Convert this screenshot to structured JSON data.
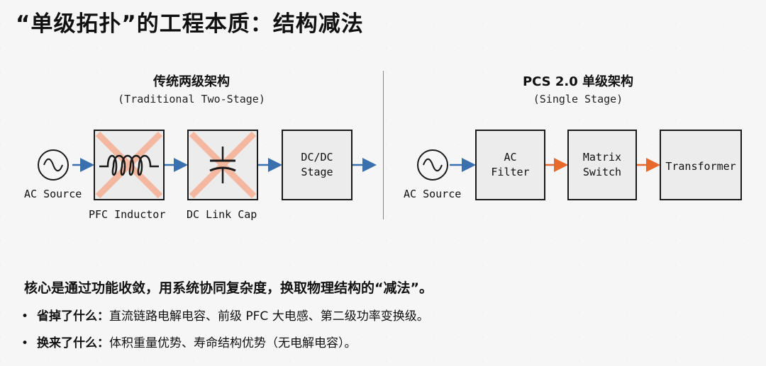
{
  "title": "“单级拓扑”的工程本质：结构减法",
  "left": {
    "heading": "传统两级架构",
    "subheading": "(Traditional Two-Stage)",
    "ac_label": "AC Source",
    "pfc_label": "PFC Inductor",
    "dclink_label": "DC Link Cap",
    "dcdc_line1": "DC/DC",
    "dcdc_line2": "Stage"
  },
  "right": {
    "heading": "PCS 2.0 单级架构",
    "subheading": "(Single Stage)",
    "ac_label": "AC Source",
    "filter_line1": "AC",
    "filter_line2": "Filter",
    "matrix_line1": "Matrix",
    "matrix_line2": "Switch",
    "transformer": "Transformer"
  },
  "summary": "核心是通过功能收敛，用系统协同复杂度，换取物理结构的“减法”。",
  "bullets": [
    {
      "head": "省掉了什么：",
      "text": "直流链路电解电容、前级 PFC 大电感、第二级功率变换级。"
    },
    {
      "head": "换来了什么：",
      "text": "体积重量优势、寿命结构优势（无电解电容）。"
    }
  ],
  "colors": {
    "blue_arrow": "#3a6fb0",
    "orange_arrow": "#e8692c",
    "cross": "#f4b8a0"
  }
}
